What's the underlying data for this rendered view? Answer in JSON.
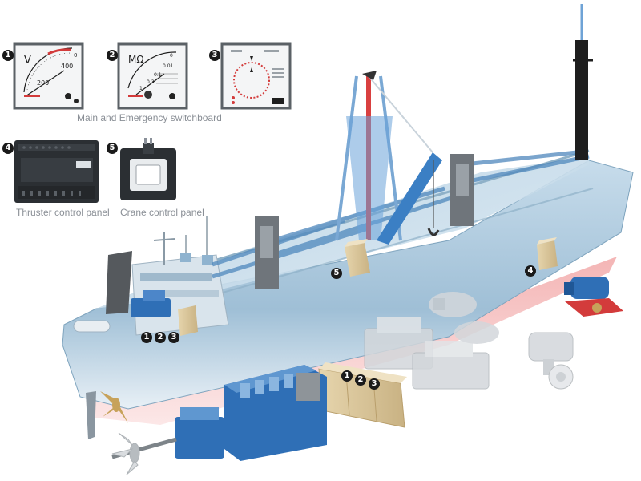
{
  "captions": {
    "switchboard": "Main and Emergency switchboard",
    "thruster": "Thruster control panel",
    "crane": "Crane control panel"
  },
  "markers": {
    "m1": "1",
    "m2": "2",
    "m3": "3",
    "m4": "4",
    "m5": "5"
  },
  "meter1": {
    "unit": "V",
    "scale_high": "400",
    "scale_mid": "200",
    "scale_zero": "0"
  },
  "meter2": {
    "unit": "MΩ",
    "scale_values": [
      "0",
      "0.01",
      "0.1",
      "0.3",
      "1"
    ]
  },
  "colors": {
    "hull": "#a9c6db",
    "hull_dark": "#7da3bd",
    "crane_blue": "#3b7fc4",
    "motor_blue": "#2f6fb6",
    "cargo_box": "#d8c49a",
    "accent_red": "#d33b3b"
  }
}
